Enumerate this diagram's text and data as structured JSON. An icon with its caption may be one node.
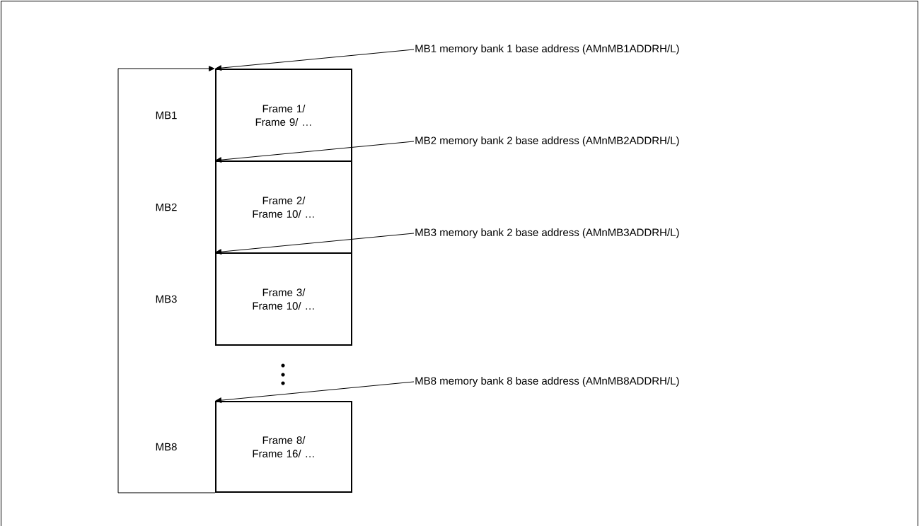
{
  "diagram": {
    "nodes": [
      {
        "text": [
          "MB1 memory bank 1 base address (AMnMB1ADDRH/L)"
        ]
      },
      {
        "text": [
          "Frame 1/ Frame 9/ …"
        ],
        "beside": [
          "MB1"
        ]
      },
      {
        "text": [
          "MB2 memory bank 2 base address (AMnMB2ADDRH/L)"
        ]
      },
      {
        "text": [
          "Frame 2/ Frame 10/ …"
        ],
        "beside": [
          "MB2"
        ]
      },
      {
        "text": [
          "MB3 memory bank 2 base address (AMnMB3ADDRH/L)"
        ]
      },
      {
        "text": [
          "Frame 3/ Frame 10/ …"
        ],
        "beside": [
          "MB3"
        ]
      },
      {
        "text": [
          "MB8 memory bank 8 base address (AMnMB8ADDRH/L)"
        ]
      },
      {
        "text": [
          "Frame 8/ Frame 16/ …"
        ],
        "beside": [
          "MB8"
        ]
      }
    ],
    "edges": [
      {
        "from": 0,
        "to": 1,
        "arrow": "to"
      },
      {
        "from": 2,
        "to": 3,
        "arrow": "to"
      },
      {
        "from": 4,
        "to": 5,
        "arrow": "to"
      },
      {
        "from": 6,
        "to": 7,
        "arrow": "to"
      },
      {
        "from": 7,
        "to": 1,
        "arrow": "to"
      }
    ]
  }
}
